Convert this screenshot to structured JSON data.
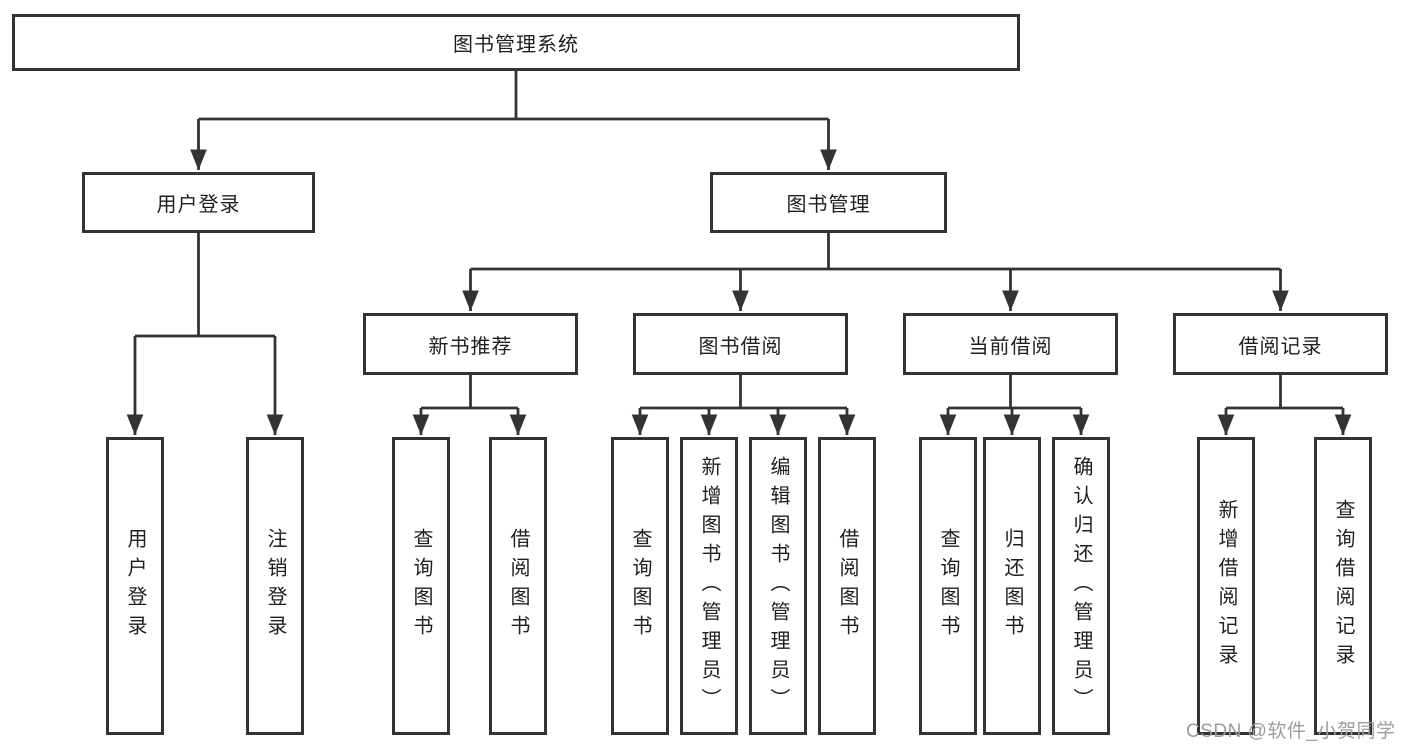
{
  "diagram": {
    "root": {
      "label": "图书管理系统"
    },
    "level2": {
      "user_login": {
        "label": "用户登录"
      },
      "book_management": {
        "label": "图书管理"
      }
    },
    "level3": {
      "new_book_recommend": {
        "label": "新书推荐"
      },
      "book_borrowing": {
        "label": "图书借阅"
      },
      "current_borrowing": {
        "label": "当前借阅"
      },
      "borrowing_records": {
        "label": "借阅记录"
      }
    },
    "leaves": {
      "user_login": {
        "label": "用户登录"
      },
      "logout": {
        "label": "注销登录"
      },
      "rec_query_books": {
        "label": "查询图书"
      },
      "rec_borrow_books": {
        "label": "借阅图书"
      },
      "bb_query_books": {
        "label": "查询图书"
      },
      "bb_add_books": {
        "label": "新增图书（管理员）"
      },
      "bb_edit_books": {
        "label": "编辑图书（管理员）"
      },
      "bb_borrow_books": {
        "label": "借阅图书"
      },
      "cb_query_books": {
        "label": "查询图书"
      },
      "cb_return_books": {
        "label": "归还图书"
      },
      "cb_confirm_return": {
        "label": "确认归还（管理员）"
      },
      "br_add_record": {
        "label": "新增借阅记录"
      },
      "br_query_record": {
        "label": "查询借阅记录"
      }
    },
    "watermark": {
      "text": "CSDN @软件_小贺同学"
    },
    "colors": {
      "line": "#333333",
      "text": "#1f1f1f",
      "watermark": "#9c9c9c",
      "background": "#ffffff"
    }
  }
}
